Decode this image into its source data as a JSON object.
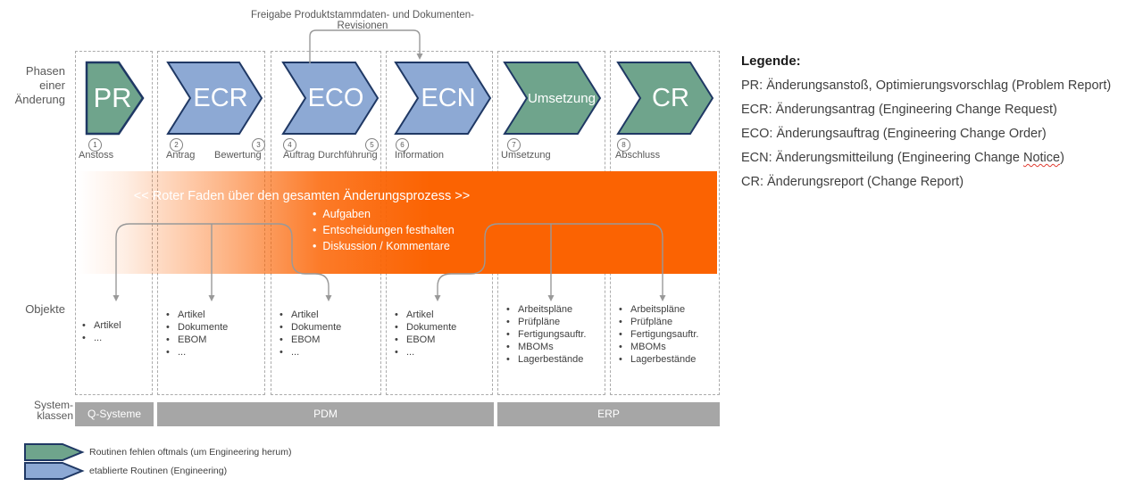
{
  "top_annotation": "Freigabe Produktstammdaten- und Dokumenten-Revisionen",
  "left_labels": {
    "phases": [
      "Phasen",
      "einer",
      "Änderung"
    ],
    "objects": "Objekte",
    "system": [
      "System-",
      "klassen"
    ]
  },
  "phases": [
    {
      "code": "PR",
      "style": "green",
      "steps": [
        {
          "num": "1",
          "label": "Anstoss"
        }
      ],
      "objects": [
        "Artikel",
        "..."
      ]
    },
    {
      "code": "ECR",
      "style": "blue",
      "steps": [
        {
          "num": "2",
          "label": "Antrag"
        },
        {
          "num": "3",
          "label": "Bewertung"
        }
      ],
      "objects": [
        "Artikel",
        "Dokumente",
        "EBOM",
        "..."
      ]
    },
    {
      "code": "ECO",
      "style": "blue",
      "steps": [
        {
          "num": "4",
          "label": "Auftrag"
        },
        {
          "num": "5",
          "label": "Durchführung"
        }
      ],
      "objects": [
        "Artikel",
        "Dokumente",
        "EBOM",
        "..."
      ]
    },
    {
      "code": "ECN",
      "style": "blue",
      "steps": [
        {
          "num": "6",
          "label": "Information"
        }
      ],
      "objects": [
        "Artikel",
        "Dokumente",
        "EBOM",
        "..."
      ]
    },
    {
      "code": "Umsetzung",
      "style": "green",
      "steps": [
        {
          "num": "7",
          "label": "Umsetzung"
        }
      ],
      "objects": [
        "Arbeitspläne",
        "Prüfpläne",
        "Fertigungsauftr.",
        "MBOMs",
        "Lagerbestände"
      ]
    },
    {
      "code": "CR",
      "style": "green",
      "steps": [
        {
          "num": "8",
          "label": "Abschluss"
        }
      ],
      "objects": [
        "Arbeitspläne",
        "Prüfpläne",
        "Fertigungsauftr.",
        "MBOMs",
        "Lagerbestände"
      ]
    }
  ],
  "banner": {
    "title": "<< Roter Faden über den gesamten Änderungsprozess >>",
    "bullet_glyph": "•",
    "bullets": [
      "Aufgaben",
      "Entscheidungen festhalten",
      "Diskussion / Kommentare"
    ]
  },
  "system_classes": [
    {
      "label": "Q-Systeme"
    },
    {
      "label": "PDM"
    },
    {
      "label": "ERP"
    }
  ],
  "legend": {
    "heading": "Legende:",
    "items": [
      {
        "text": "PR: Änderungsanstoß, Optimierungsvorschlag (Problem Report)"
      },
      {
        "text": "ECR: Änderungsantrag (Engineering Change Request)"
      },
      {
        "text": "ECO: Änderungsauftrag (Engineering Change Order)"
      },
      {
        "text_before": "ECN: Änderungsmitteilung (Engineering Change ",
        "misspelled": "Notice",
        "text_after": ")"
      },
      {
        "text": "CR: Änderungsreport (Change Report)"
      }
    ]
  },
  "shape_key": [
    {
      "label": "Routinen fehlen oftmals (um Engineering herum)"
    },
    {
      "label": "etablierte Routinen (Engineering)"
    }
  ],
  "colors": {
    "green": "#6FA48C",
    "blue": "#8DA9D4",
    "navy": "#1F3864",
    "orange": "#FB6302",
    "bar_grey": "#A6A6A6",
    "connector_grey": "#999999"
  }
}
